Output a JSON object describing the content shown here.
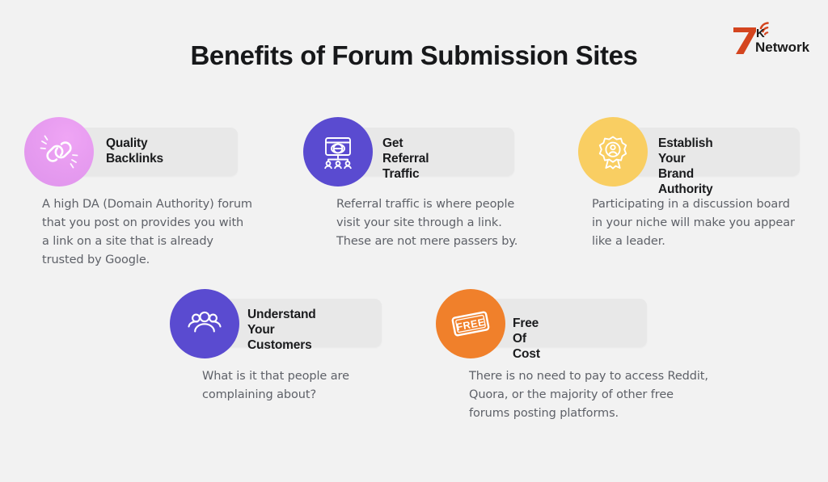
{
  "page": {
    "background_color": "#F2F2F2",
    "title": "Benefits of Forum Submission Sites"
  },
  "logo": {
    "mark_text": "7",
    "k_text": "K",
    "name_text": "Network",
    "mark_color": "#D4451F",
    "text_color": "#1A1A1A"
  },
  "cards": [
    {
      "title": "Quality\nBacklinks",
      "body": "A high DA (Domain Authority) forum\nthat you post on provides you with\na link on a site that is already\ntrusted by Google.",
      "icon": "chain-link-icon",
      "badge_color": "#E79CF0"
    },
    {
      "title": "Get Referral\nTraffic",
      "body": "Referral traffic is where people\nvisit your site through a link.\nThese are not mere passers by.",
      "icon": "browser-network-icon",
      "badge_color": "#5A4BD0"
    },
    {
      "title": "Establish Your\nBrand Authority",
      "body": "Participating in a discussion board\nin your niche will make you appear\nlike a leader.",
      "icon": "award-badge-icon",
      "badge_color": "#F9CE62"
    },
    {
      "title": "Understand Your\nCustomers",
      "body": "What is it that people are\ncomplaining about?",
      "icon": "people-group-icon",
      "badge_color": "#5A4BD0"
    },
    {
      "title": "Free Of Cost",
      "body": "There is no need to pay to access Reddit,\nQuora, or the majority of other free\nforums posting platforms.",
      "icon": "free-stamp-icon",
      "badge_color": "#F0802B"
    }
  ]
}
